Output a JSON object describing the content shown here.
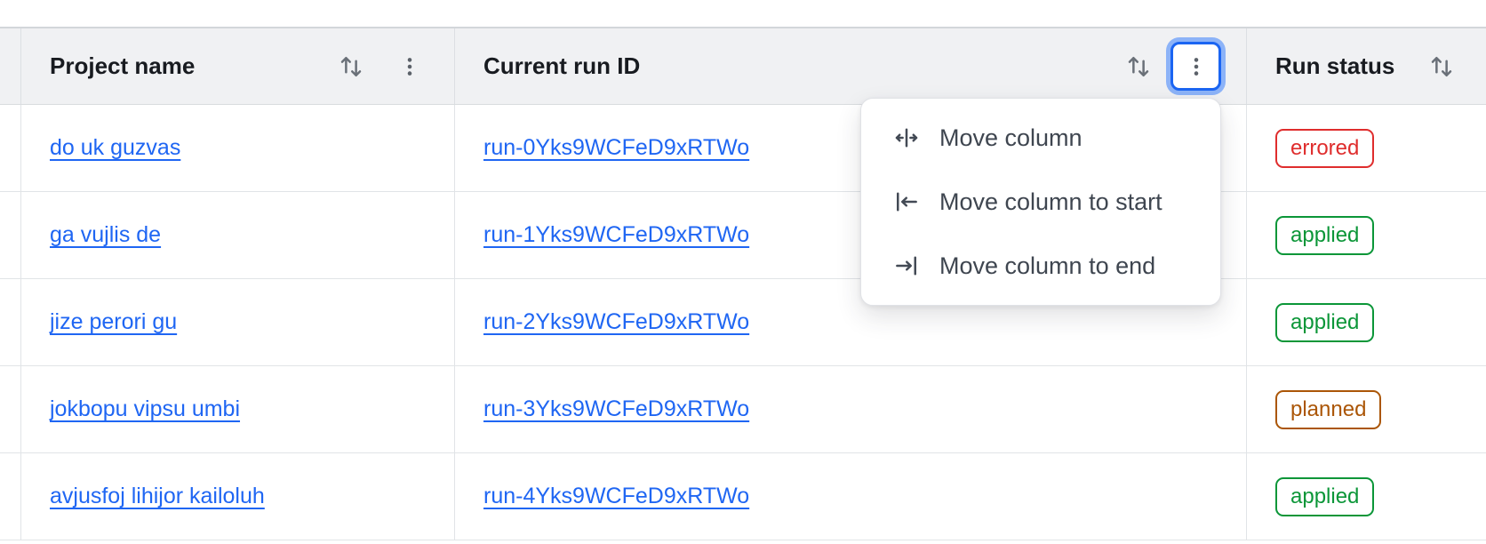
{
  "table": {
    "columns": [
      {
        "key": "project",
        "label": "Project name"
      },
      {
        "key": "run_id",
        "label": "Current run ID"
      },
      {
        "key": "status",
        "label": "Run status"
      }
    ],
    "rows": [
      {
        "project": "do uk guzvas",
        "run_id": "run-0Yks9WCFeD9xRTWo",
        "status": "errored"
      },
      {
        "project": "ga vujlis de",
        "run_id": "run-1Yks9WCFeD9xRTWo",
        "status": "applied"
      },
      {
        "project": "jize perori gu",
        "run_id": "run-2Yks9WCFeD9xRTWo",
        "status": "applied"
      },
      {
        "project": "jokbopu vipsu umbi",
        "run_id": "run-3Yks9WCFeD9xRTWo",
        "status": "planned"
      },
      {
        "project": "avjusfoj lihijor kailoluh",
        "run_id": "run-4Yks9WCFeD9xRTWo",
        "status": "applied"
      }
    ]
  },
  "menu": {
    "items": [
      {
        "label": "Move column",
        "icon": "move-column-icon"
      },
      {
        "label": "Move column to start",
        "icon": "move-column-start-icon"
      },
      {
        "label": "Move column to end",
        "icon": "move-column-end-icon"
      }
    ]
  },
  "status_colors": {
    "errored": "#df2d2d",
    "applied": "#0b9638",
    "planned": "#ab5607"
  },
  "colors": {
    "link_blue": "#1f66f3",
    "focus_ring_inner": "#1b65f2",
    "focus_ring_outer": "#8cb3f8",
    "header_background": "#f0f1f3"
  },
  "icons": {
    "sort": "sort-arrows-icon",
    "kebab": "kebab-menu-icon"
  }
}
